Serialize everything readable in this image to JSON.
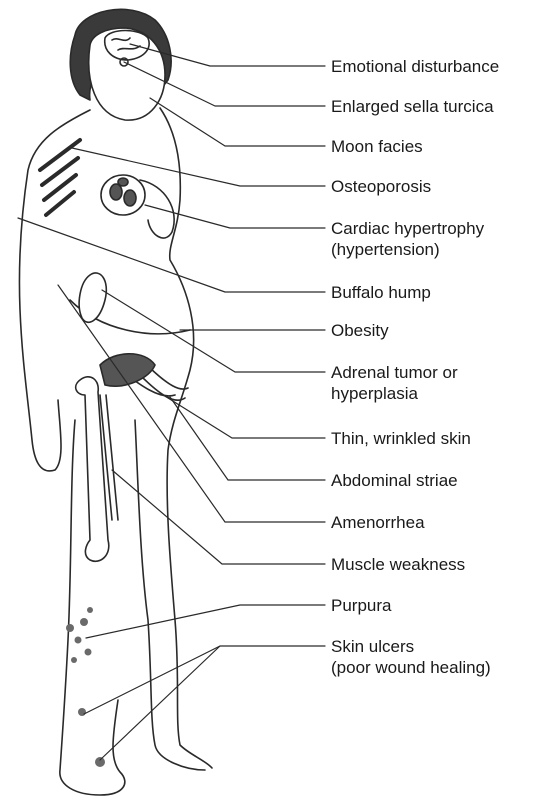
{
  "labels": [
    {
      "lines": [
        "Emotional disturbance"
      ]
    },
    {
      "lines": [
        "Enlarged sella turcica"
      ]
    },
    {
      "lines": [
        "Moon facies"
      ]
    },
    {
      "lines": [
        "Osteoporosis"
      ]
    },
    {
      "lines": [
        "Cardiac hypertrophy",
        "(hypertension)"
      ]
    },
    {
      "lines": [
        "Buffalo hump"
      ]
    },
    {
      "lines": [
        "Obesity"
      ]
    },
    {
      "lines": [
        "Adrenal tumor or",
        "hyperplasia"
      ]
    },
    {
      "lines": [
        "Thin, wrinkled skin"
      ]
    },
    {
      "lines": [
        "Abdominal striae"
      ]
    },
    {
      "lines": [
        "Amenorrhea"
      ]
    },
    {
      "lines": [
        "Muscle weakness"
      ]
    },
    {
      "lines": [
        "Purpura"
      ]
    },
    {
      "lines": [
        "Skin ulcers",
        "(poor wound healing)"
      ]
    }
  ],
  "colors": {
    "line": "#2a2a2a",
    "hair": "#3a3a3a",
    "fill_dark": "#555555",
    "purpura": "#6a6a6a"
  }
}
